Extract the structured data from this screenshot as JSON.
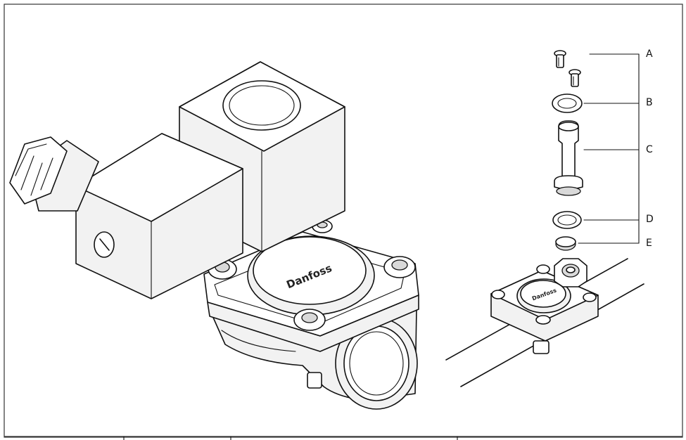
{
  "diagram": {
    "brand_logo_text": "Danfoss",
    "callouts": [
      {
        "letter": "A",
        "part": "screws"
      },
      {
        "letter": "B",
        "part": "o-ring"
      },
      {
        "letter": "C",
        "part": "armature-tube"
      },
      {
        "letter": "D",
        "part": "o-ring"
      },
      {
        "letter": "E",
        "part": "seal"
      }
    ],
    "colors": {
      "line": "#111111",
      "background": "#ffffff",
      "shade": "#d9d9d9"
    }
  }
}
